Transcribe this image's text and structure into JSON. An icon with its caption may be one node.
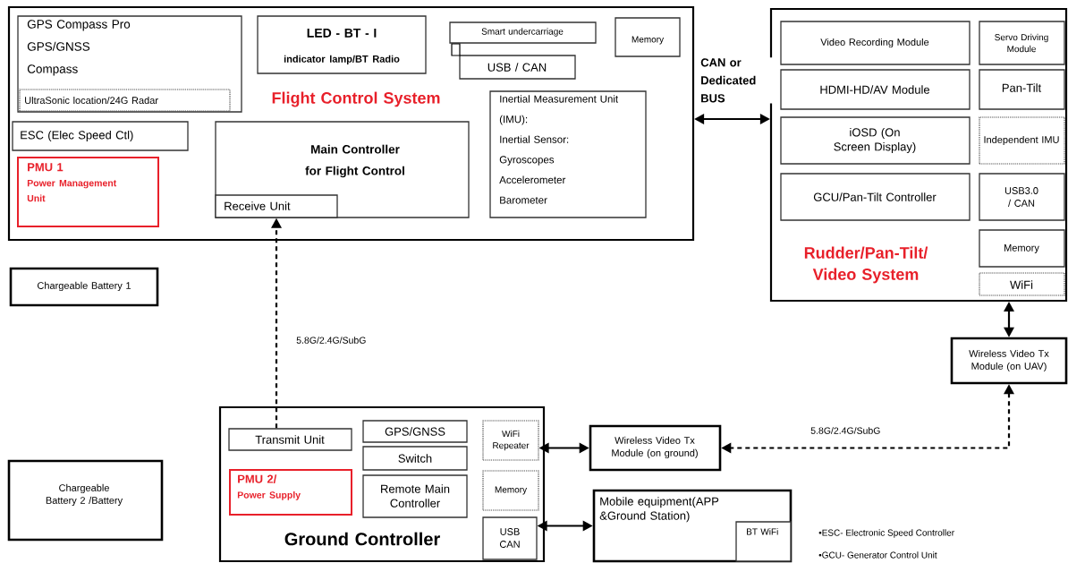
{
  "diagram": {
    "nodes": [
      {
        "text": [
          "Flight Control System"
        ]
      },
      {
        "text": [
          "GPS Compass Pro",
          "GPS/GNSS",
          "Compass"
        ],
        "in": 0
      },
      {
        "text": [
          "UltraSonic location/24G Radar"
        ],
        "in": 1
      },
      {
        "text": [
          "ESC (Elec Speed Ctl)"
        ],
        "in": 0
      },
      {
        "text": [
          "PMU 1",
          "Power Management Unit"
        ],
        "in": 0
      },
      {
        "text": [
          "LED - BT - I",
          "indicator lamp/BT Radio"
        ],
        "in": 0
      },
      {
        "text": [
          "Smart undercarriage"
        ],
        "in": 0
      },
      {
        "text": [
          "USB / CAN"
        ],
        "in": 0
      },
      {
        "text": [
          "Memory"
        ],
        "in": 0
      },
      {
        "text": [
          "Main Controller for Flight Control"
        ],
        "in": 0
      },
      {
        "text": [
          "Receive Unit"
        ],
        "in": 9
      },
      {
        "text": [
          "Inertial Measurement Unit (IMU):",
          "Inertial Sensor:",
          "Gyroscopes",
          "Accelerometer",
          "Barometer"
        ],
        "in": 0
      },
      {
        "text": [
          "Rudder/Pan-Tilt/ Video System"
        ]
      },
      {
        "text": [
          "Video Recording Module"
        ],
        "in": 12
      },
      {
        "text": [
          "Servo Driving Module"
        ],
        "in": 12
      },
      {
        "text": [
          "HDMI-HD/AV Module"
        ],
        "in": 12
      },
      {
        "text": [
          "Pan-Tilt"
        ],
        "in": 12
      },
      {
        "text": [
          "iOSD (On Screen Display)"
        ],
        "in": 12
      },
      {
        "text": [
          "Independent IMU"
        ],
        "in": 12
      },
      {
        "text": [
          "GCU/Pan-Tilt Controller"
        ],
        "in": 12
      },
      {
        "text": [
          "USB3.0 / CAN"
        ],
        "in": 12
      },
      {
        "text": [
          "Memory"
        ],
        "in": 12
      },
      {
        "text": [
          "WiFi"
        ],
        "in": 12
      },
      {
        "text": [
          "Chargeable Battery 1"
        ]
      },
      {
        "text": [
          "Chargeable Battery 2 /Battery"
        ]
      },
      {
        "text": [
          "Ground Controller"
        ]
      },
      {
        "text": [
          "Transmit Unit"
        ],
        "in": 25
      },
      {
        "text": [
          "PMU 2/",
          "Power Supply"
        ],
        "in": 25
      },
      {
        "text": [
          "GPS/GNSS"
        ],
        "in": 25
      },
      {
        "text": [
          "Switch"
        ],
        "in": 25
      },
      {
        "text": [
          "Remote Main Controller"
        ],
        "in": 25
      },
      {
        "text": [
          "WiFi Repeater"
        ],
        "in": 25
      },
      {
        "text": [
          "Memory"
        ],
        "in": 25
      },
      {
        "text": [
          "USB CAN"
        ],
        "in": 25
      },
      {
        "text": [
          "Wireless Video Tx Module (on ground)"
        ]
      },
      {
        "text": [
          "Mobile equipment(APP &Ground Station)"
        ]
      },
      {
        "text": [
          "BT WiFi"
        ],
        "in": 35
      },
      {
        "text": [
          "Wireless Video Tx Module (on UAV)"
        ]
      }
    ],
    "edges": [
      {
        "from": 0,
        "to": 12,
        "arrow": "both",
        "label": "CAN or Dedicated BUS"
      },
      {
        "from": 26,
        "to": 10,
        "arrow": "to",
        "style": "dashed",
        "label": "5.8G/2.4G/SubG"
      },
      {
        "from": 12,
        "to": 37,
        "arrow": "both"
      },
      {
        "from": 34,
        "to": 37,
        "arrow": "both",
        "style": "dashed",
        "label": "5.8G/2.4G/SubG"
      },
      {
        "from": 31,
        "to": 34,
        "arrow": "both"
      },
      {
        "from": 33,
        "to": 35,
        "arrow": "both"
      }
    ],
    "labels": [
      "•ESC- Electronic Speed Controller",
      "•GCU- Generator Control Unit"
    ]
  }
}
